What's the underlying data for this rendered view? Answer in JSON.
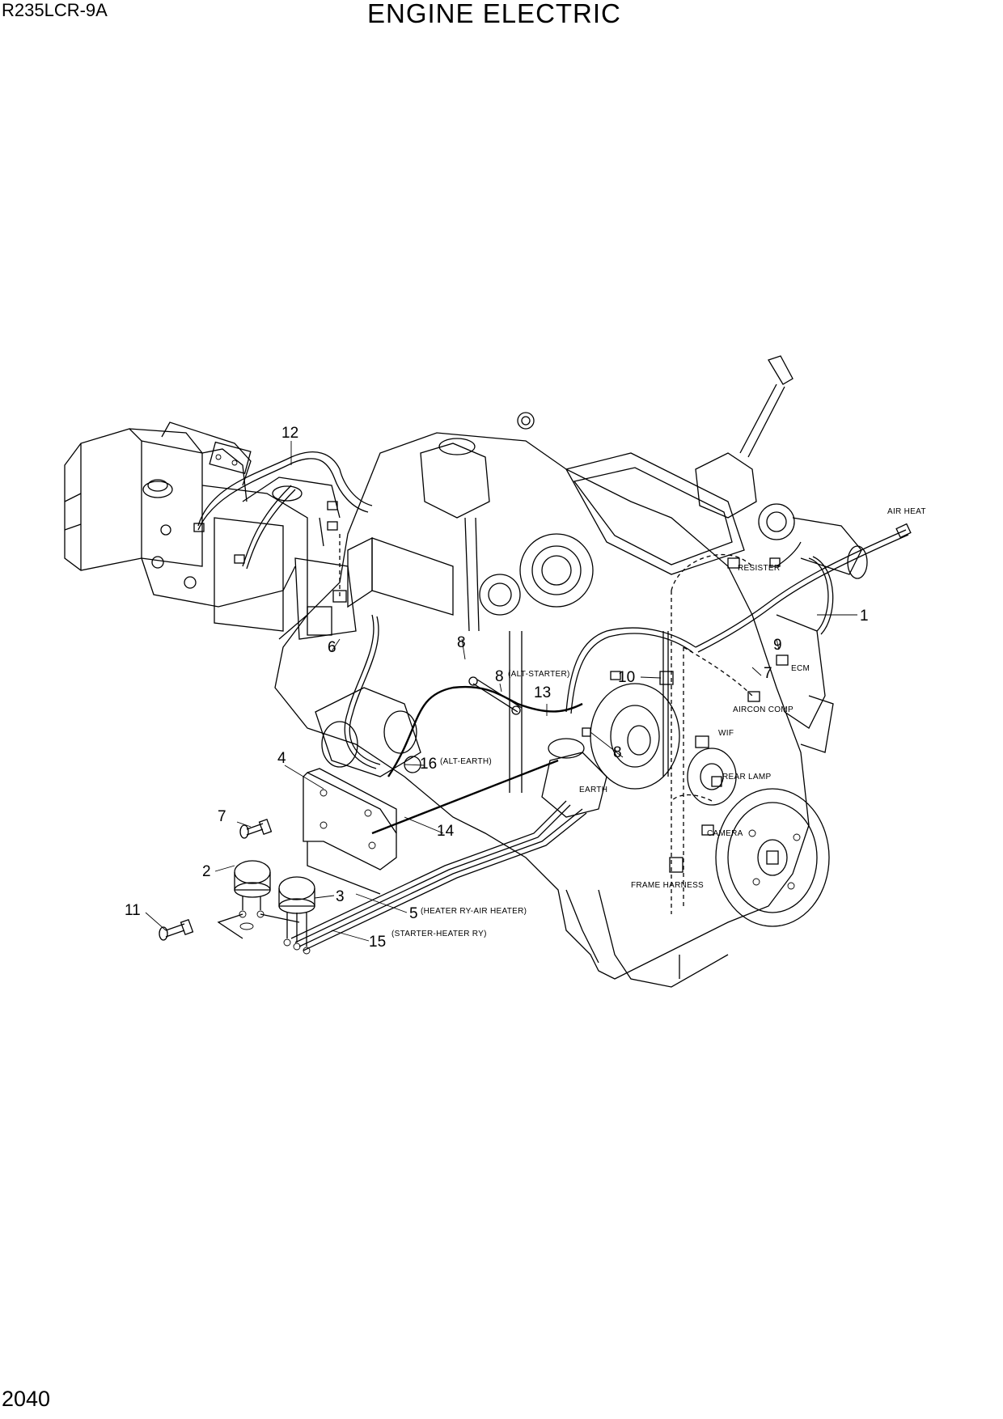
{
  "header": {
    "model": "R235LCR-9A",
    "title": "ENGINE ELECTRIC"
  },
  "footer": {
    "page_number": "2040"
  },
  "callouts": {
    "c1": "1",
    "c2": "2",
    "c3": "3",
    "c4": "4",
    "c5": "5",
    "c6": "6",
    "c7a": "7",
    "c7b": "7",
    "c8a": "8",
    "c8b": "8",
    "c8c": "8",
    "c9": "9",
    "c10": "10",
    "c11": "11",
    "c12": "12",
    "c13": "13",
    "c14": "14",
    "c15": "15",
    "c16": "16"
  },
  "labels": {
    "air_heat": "AIR HEAT",
    "resister": "RESISTER",
    "alt_starter": "(ALT-STARTER)",
    "ecm": "ECM",
    "aircon_comp": "AIRCON COMP",
    "wif": "WIF",
    "alt_earth": "(ALT-EARTH)",
    "rear_lamp": "REAR LAMP",
    "earth": "EARTH",
    "camera": "CAMERA",
    "frame_harness": "FRAME HARNESS",
    "heater_ry_air_heater": "(HEATER RY-AIR HEATER)",
    "starter_heater_ry": "(STARTER-HEATER RY)"
  }
}
